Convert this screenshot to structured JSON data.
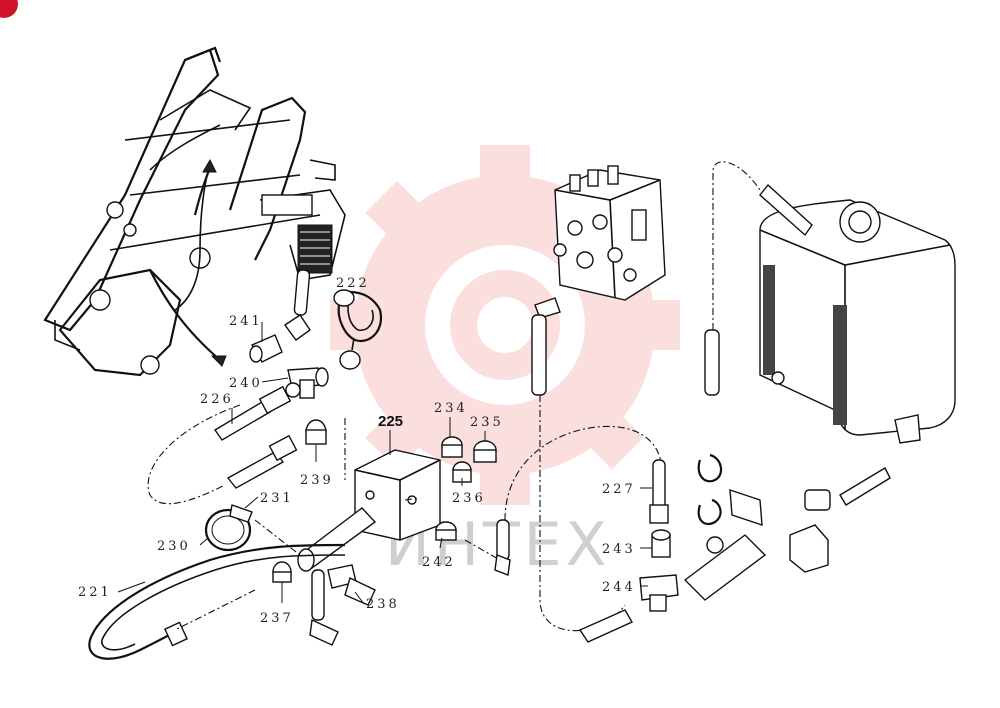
{
  "watermark": {
    "text": "ИНТЕХ",
    "color": "#f28a8a"
  },
  "labels": {
    "l221": "221",
    "l222": "222",
    "l225": "225",
    "l226": "226",
    "l227": "227",
    "l230": "230",
    "l231": "231",
    "l234": "234",
    "l235": "235",
    "l236": "236",
    "l237": "237",
    "l238": "238",
    "l239": "239",
    "l240": "240",
    "l241": "241",
    "l242": "242",
    "l243": "243",
    "l244": "244"
  }
}
